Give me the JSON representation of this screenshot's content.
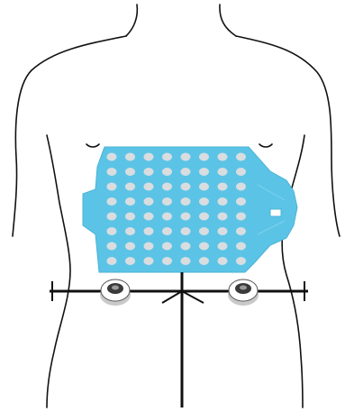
{
  "figure": {
    "subject": "torso-outline",
    "pad": {
      "rows": 8,
      "columns": 8,
      "fill_color": "#5bc4e6",
      "dot_color": "#d9dde0"
    },
    "reference_electrodes": {
      "count": 2,
      "body_color": "#ffffff",
      "center_color": "#3a3a3a"
    },
    "crosshair": {
      "color": "#111111"
    },
    "outline_color": "#111111"
  }
}
